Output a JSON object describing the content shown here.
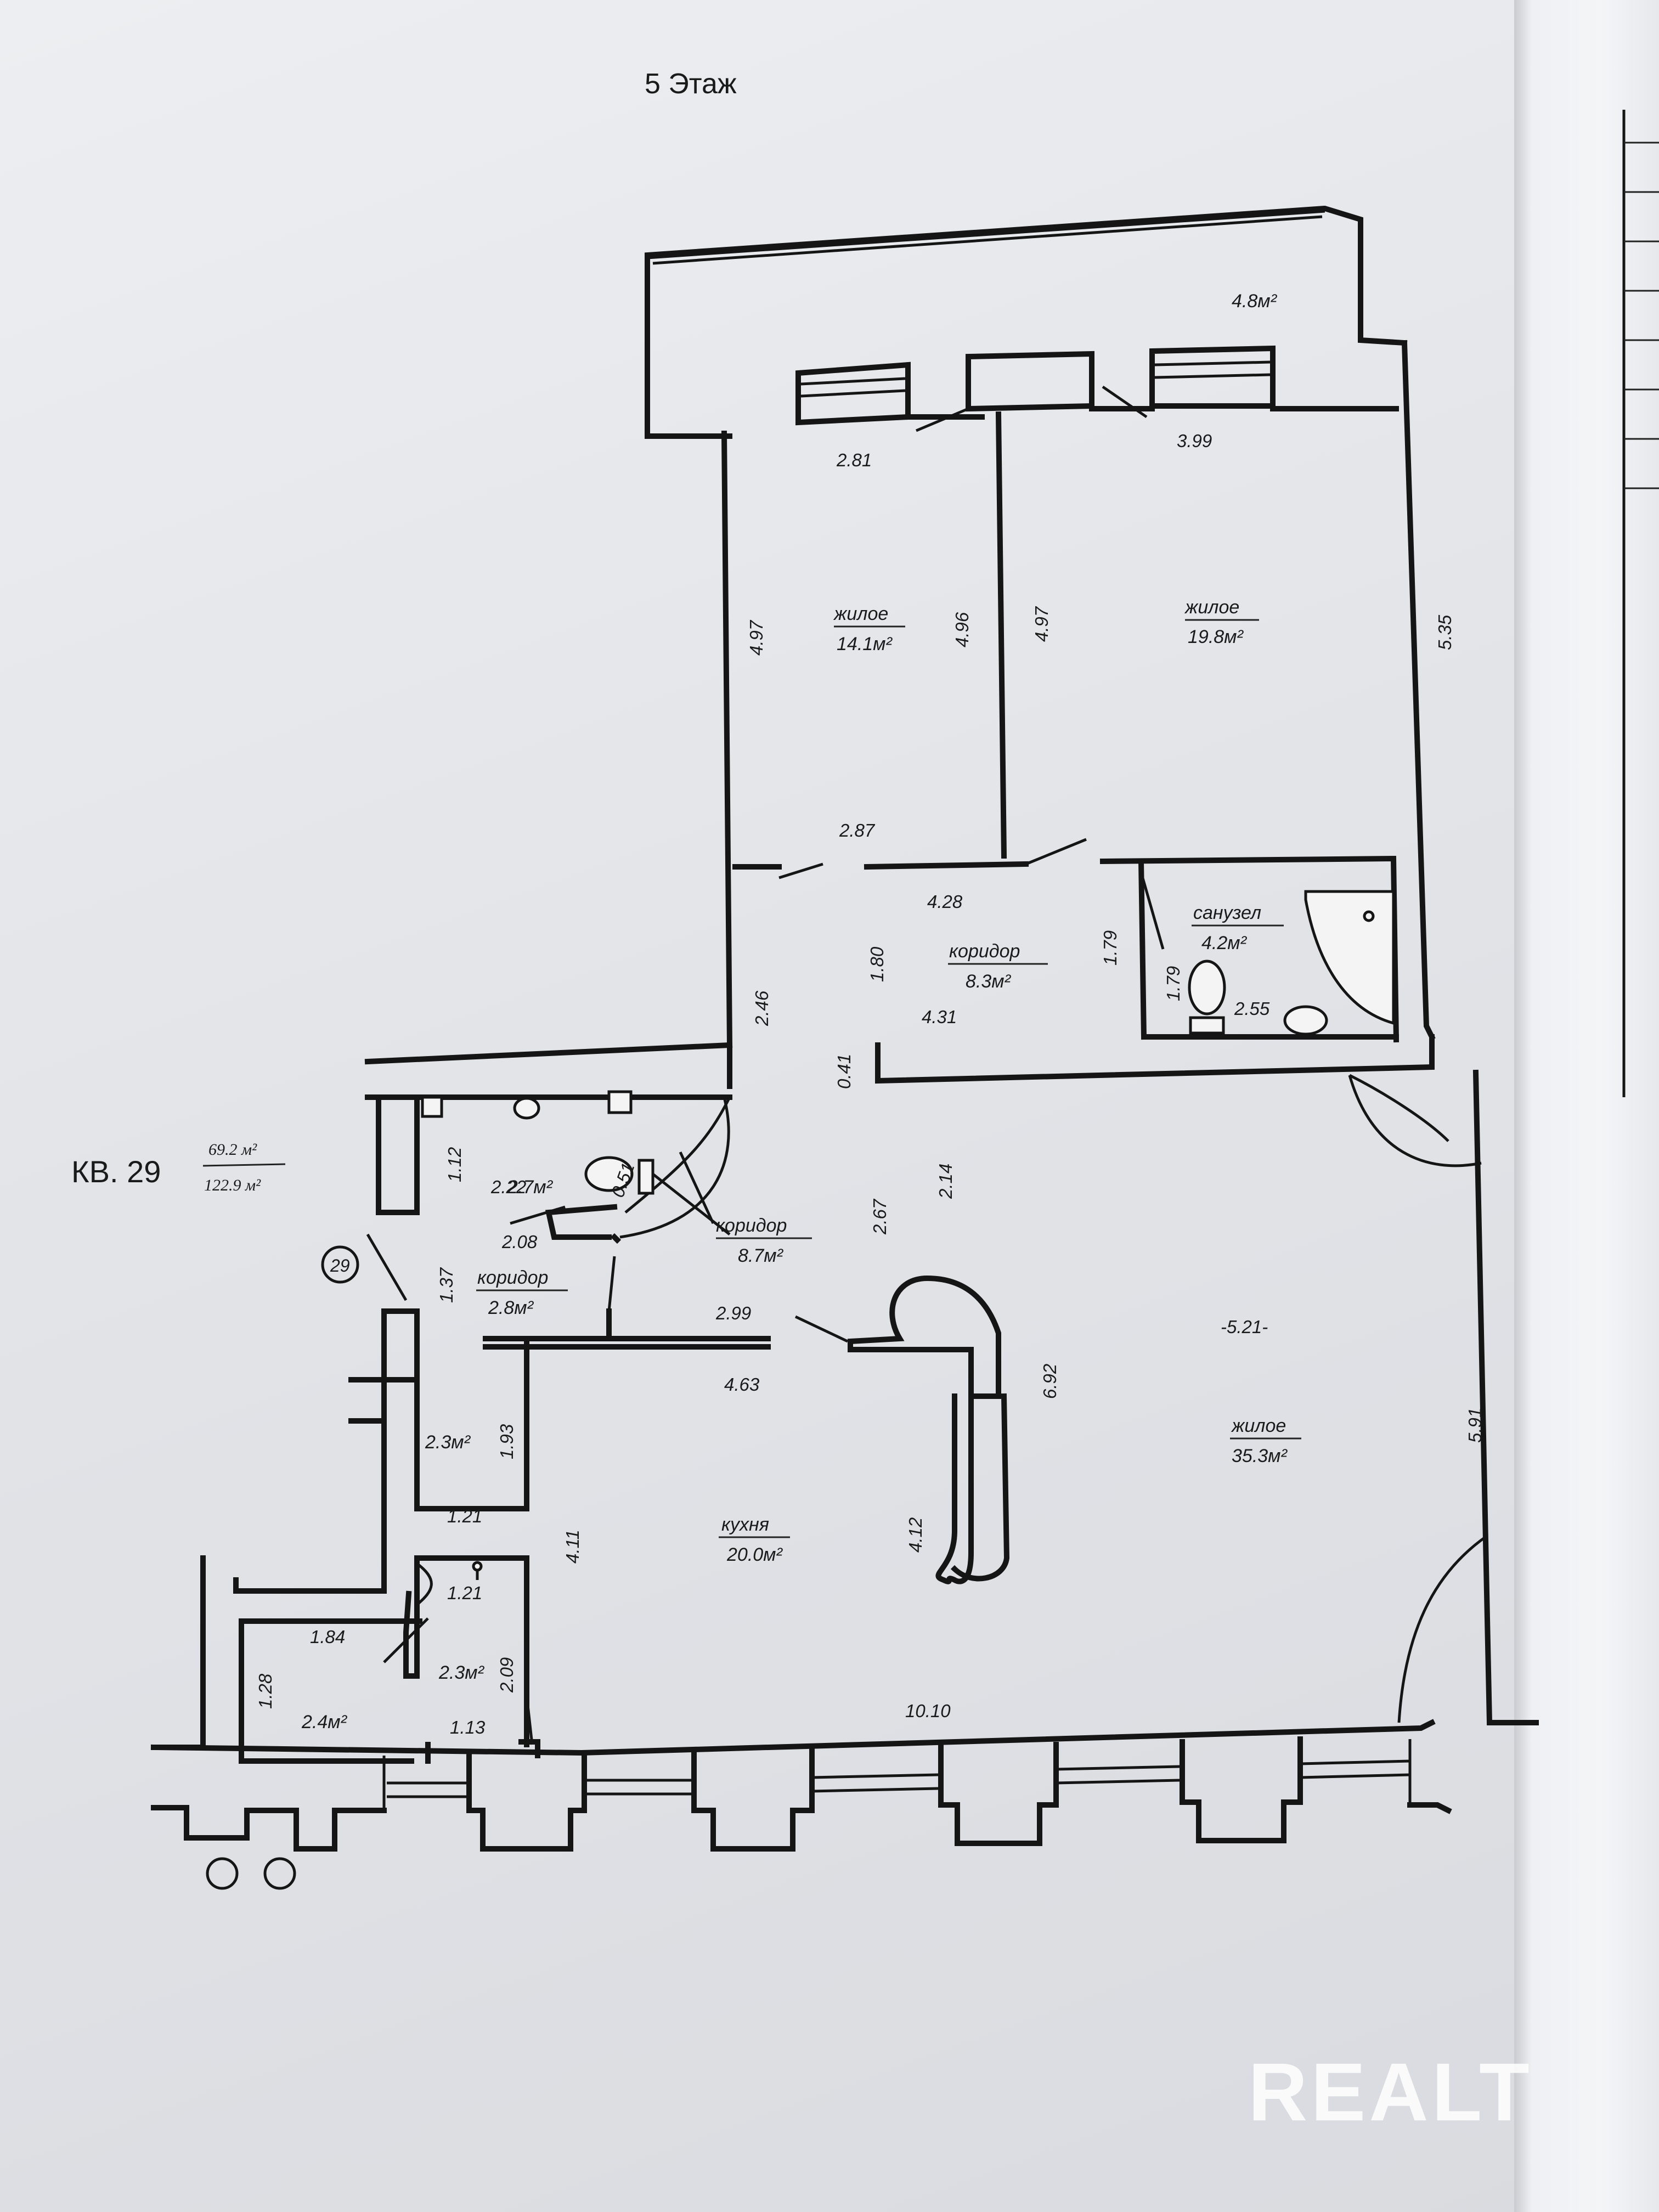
{
  "floor_title": "5 Этаж",
  "apartment": {
    "label": "КВ. 29",
    "area_living": "69.2 м²",
    "area_total": "122.9 м²",
    "entry_number": "29"
  },
  "rooms": [
    {
      "id": "balcony",
      "area": "4.8м²"
    },
    {
      "id": "living-14",
      "name": "жилое",
      "area": "14.1м²"
    },
    {
      "id": "living-19",
      "name": "жилое",
      "area": "19.8м²"
    },
    {
      "id": "bathroom",
      "name": "санузел",
      "area": "4.2м²"
    },
    {
      "id": "corridor-8-3",
      "name": "коридор",
      "area": "8.3м²"
    },
    {
      "id": "wc",
      "area": "2.7м²"
    },
    {
      "id": "corridor-8-7",
      "name": "коридор",
      "area": "8.7м²"
    },
    {
      "id": "corridor-2-8",
      "name": "коридор",
      "area": "2.8м²"
    },
    {
      "id": "living-35",
      "name": "жилое",
      "area": "35.3м²"
    },
    {
      "id": "storage-2-3a",
      "area": "2.3м²"
    },
    {
      "id": "kitchen",
      "name": "кухня",
      "area": "20.0м²"
    },
    {
      "id": "storage-2-3b",
      "area": "2.3м²"
    },
    {
      "id": "storage-2-4",
      "area": "2.4м²"
    }
  ],
  "dimensions": {
    "d281": "2.81",
    "d399": "3.99",
    "d497a": "4.97",
    "d496": "4.96",
    "d497b": "4.97",
    "d535": "5.35",
    "d287": "2.87",
    "d428": "4.28",
    "d180": "1.80",
    "d179a": "1.79",
    "d179b": "1.79",
    "d255": "2.55",
    "d431": "4.31",
    "d246": "2.46",
    "d041": "0.41",
    "d112": "1.12",
    "d222": "2.22",
    "d051": "0.51",
    "d208": "2.08",
    "d267": "2.67",
    "d214": "2.14",
    "d137": "1.37",
    "d299": "2.99",
    "d463": "4.63",
    "d521": "-5.21-",
    "d692": "6.92",
    "d591": "5.91",
    "d193": "1.93",
    "d121a": "1.21",
    "d411": "4.11",
    "d412": "4.12",
    "d121b": "1.21",
    "d184": "1.84",
    "d128": "1.28",
    "d209": "2.09",
    "d113": "1.13",
    "d1010": "10.10"
  },
  "watermark": "REALT"
}
